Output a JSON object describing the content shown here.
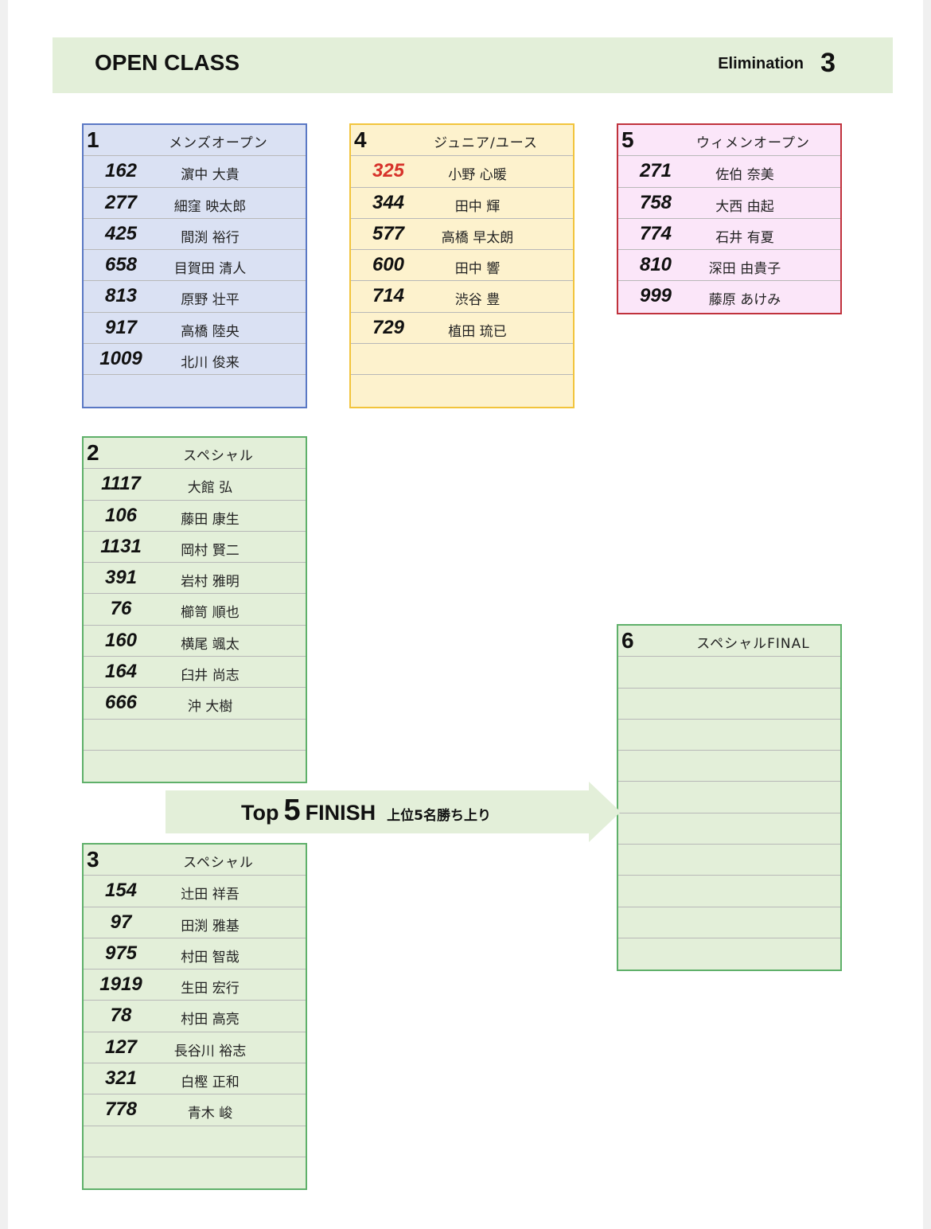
{
  "header": {
    "title": "OPEN CLASS",
    "elimination_label": "Elimination",
    "elimination_number": "3"
  },
  "groups": [
    {
      "number": "1",
      "name": "メンズオープン",
      "entries": [
        {
          "bib": "162",
          "name": "濵中 大貴"
        },
        {
          "bib": "277",
          "name": "細窪 映太郎"
        },
        {
          "bib": "425",
          "name": "間渕 裕行"
        },
        {
          "bib": "658",
          "name": "目賀田 清人"
        },
        {
          "bib": "813",
          "name": "原野 壮平"
        },
        {
          "bib": "917",
          "name": "高橋 陸央"
        },
        {
          "bib": "1009",
          "name": "北川 俊来"
        }
      ]
    },
    {
      "number": "4",
      "name": "ジュニア/ユース",
      "entries": [
        {
          "bib": "325",
          "name": "小野 心暖"
        },
        {
          "bib": "344",
          "name": "田中 輝"
        },
        {
          "bib": "577",
          "name": "高橋 早太朗"
        },
        {
          "bib": "600",
          "name": "田中 響"
        },
        {
          "bib": "714",
          "name": "渋谷 豊"
        },
        {
          "bib": "729",
          "name": "植田 琉已"
        }
      ]
    },
    {
      "number": "5",
      "name": "ウィメンオープン",
      "entries": [
        {
          "bib": "271",
          "name": "佐伯 奈美"
        },
        {
          "bib": "758",
          "name": "大西 由起"
        },
        {
          "bib": "774",
          "name": "石井 有夏"
        },
        {
          "bib": "810",
          "name": "深田 由貴子"
        },
        {
          "bib": "999",
          "name": "藤原 あけみ"
        }
      ]
    },
    {
      "number": "2",
      "name": "スペシャル",
      "entries": [
        {
          "bib": "1117",
          "name": "大館 弘"
        },
        {
          "bib": "106",
          "name": "藤田 康生"
        },
        {
          "bib": "1131",
          "name": "岡村 賢二"
        },
        {
          "bib": "391",
          "name": "岩村 雅明"
        },
        {
          "bib": "76",
          "name": "櫛笥 順也"
        },
        {
          "bib": "160",
          "name": "横尾 颯太"
        },
        {
          "bib": "164",
          "name": "臼井 尚志"
        },
        {
          "bib": "666",
          "name": "沖 大樹"
        }
      ]
    },
    {
      "number": "3",
      "name": "スペシャル",
      "entries": [
        {
          "bib": "154",
          "name": "辻田 祥吾"
        },
        {
          "bib": "97",
          "name": "田渕 雅基"
        },
        {
          "bib": "975",
          "name": "村田 智哉"
        },
        {
          "bib": "1919",
          "name": "生田 宏行"
        },
        {
          "bib": "78",
          "name": "村田 高亮"
        },
        {
          "bib": "127",
          "name": "長谷川 裕志"
        },
        {
          "bib": "321",
          "name": "白樫 正和"
        },
        {
          "bib": "778",
          "name": "青木 峻"
        }
      ]
    },
    {
      "number": "6",
      "name": "スペシャルFINAL",
      "entries": []
    }
  ],
  "advance": {
    "prefix": "Top",
    "count": "5",
    "suffix": "FINISH",
    "note": "上位5名勝ち上り"
  },
  "colors": {
    "blue_fill": "#dae1f3",
    "blue_border": "#5a78c4",
    "yellow_fill": "#fdf2cd",
    "yellow_border": "#f2c43c",
    "pink_fill": "#fbe6f9",
    "pink_border": "#c0323c",
    "green_fill": "#e3efd9",
    "green_border": "#5fb06a",
    "highlight_red": "#d7322a"
  }
}
